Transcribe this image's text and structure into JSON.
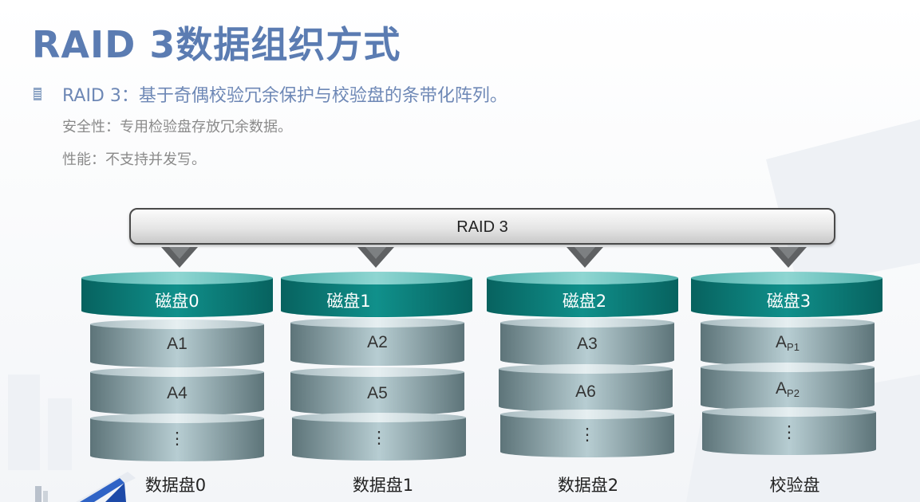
{
  "slide": {
    "title": "RAID 3数据组织方式",
    "bullet": "RAID 3：基于奇偶校验冗余保护与校验盘的条带化阵列。",
    "sub_lines": [
      "安全性：专用检验盘存放冗余数据。",
      "性能：不支持并发写。"
    ]
  },
  "diagram": {
    "raid_label": "RAID 3",
    "disks": [
      {
        "cap_label": "磁盘0",
        "blocks": [
          {
            "main": "A1",
            "sub": ""
          },
          {
            "main": "A4",
            "sub": ""
          },
          {
            "main": "⋮",
            "sub": ""
          }
        ],
        "caption": "数据盘0"
      },
      {
        "cap_label": "磁盘1",
        "blocks": [
          {
            "main": "A2",
            "sub": ""
          },
          {
            "main": "A5",
            "sub": ""
          },
          {
            "main": "⋮",
            "sub": ""
          }
        ],
        "caption": "数据盘1"
      },
      {
        "cap_label": "磁盘2",
        "blocks": [
          {
            "main": "A3",
            "sub": ""
          },
          {
            "main": "A6",
            "sub": ""
          },
          {
            "main": "⋮",
            "sub": ""
          }
        ],
        "caption": "数据盘2"
      },
      {
        "cap_label": "磁盘3",
        "blocks": [
          {
            "main": "A",
            "sub": "P1"
          },
          {
            "main": "A",
            "sub": "P2"
          },
          {
            "main": "⋮",
            "sub": ""
          }
        ],
        "caption": "校验盘"
      }
    ]
  },
  "colors": {
    "title": "#5b7cb2",
    "bullet": "#6e88b6",
    "subtext": "#8a8a8a",
    "cap_teal": "#0d7e7a",
    "cylinder_gray": "#8fa6ad"
  }
}
